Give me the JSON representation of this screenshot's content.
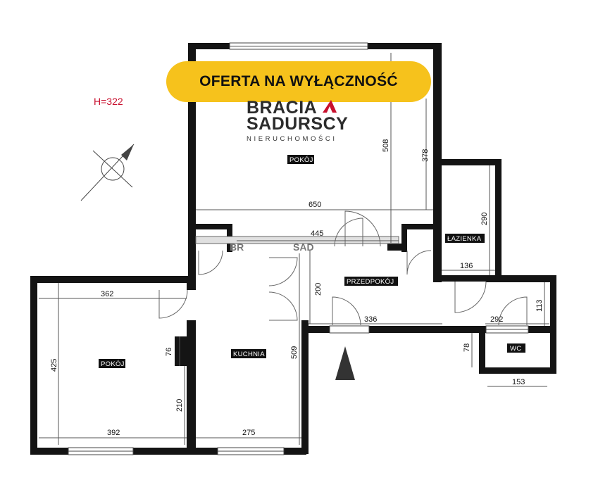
{
  "banner": {
    "text": "OFERTA NA WYŁĄCZNOŚĆ",
    "color": "#f6c21c"
  },
  "height_label": "H=322",
  "logo": {
    "line1": "BRACIA",
    "line2": "SADURSCY",
    "line3": "NIERUCHOMOŚCI",
    "accent": "#c8102e"
  },
  "rooms": {
    "pokoj_top": "POKÓJ",
    "lazienka": "ŁAZIENKA",
    "przedpokoj": "PRZEDPOKÓJ",
    "pokoj_left": "POKÓJ",
    "kuchnia": "KUCHNIA",
    "wc": "WC"
  },
  "dimensions": {
    "d650": "650",
    "d508": "508",
    "d378": "378",
    "d445": "445",
    "d290": "290",
    "d136": "136",
    "d200": "200",
    "d336": "336",
    "d362": "362",
    "d76": "76",
    "d425": "425",
    "d210": "210",
    "d392": "392",
    "d275": "275",
    "d509": "509",
    "d292": "292",
    "d113": "113",
    "d78": "78",
    "d153": "153"
  },
  "watermark": {
    "left": "BR",
    "right": "SAD"
  }
}
